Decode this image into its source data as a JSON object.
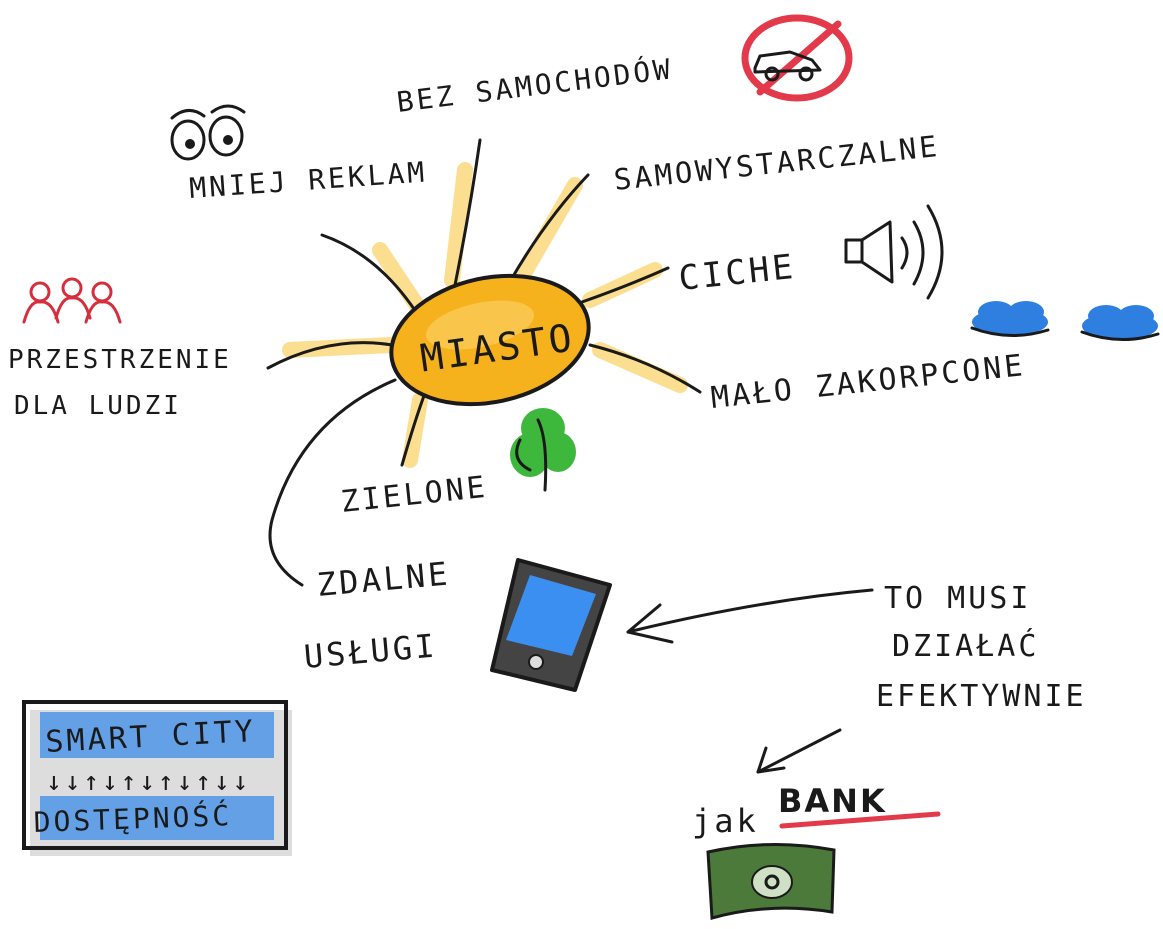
{
  "center": {
    "label": "MIASTO",
    "color": "#f6b21c"
  },
  "branches": {
    "bez_samochodow": "BEZ SAMOCHODÓW",
    "samowystarczalne": "SAMOWYSTARCZALNE",
    "ciche": "CICHE",
    "malo_zakorkowane": "MAŁO ZAKORPCONE",
    "zielone": "ZIELONE",
    "mniej_reklam": "MNIEJ REKLAM",
    "przestrzenie_line1": "PRZESTRZENIE",
    "przestrzenie_line2": "DLA LUDZI",
    "zdalne_line1": "ZDALNE",
    "zdalne_line2": "USŁUGI"
  },
  "note": {
    "line1": "TO MUSI",
    "line2": "DZIAŁAĆ",
    "line3": "EFEKTYWNIE",
    "bank_prefix": "jak",
    "bank_word": "BANK"
  },
  "box": {
    "line1": "SMART CITY",
    "arrows": "↓↓↑↓↑↓↑↓↑↓↓",
    "line2": "DOSTĘPNOŚĆ"
  },
  "icons": [
    "eyes-icon",
    "no-car-icon",
    "speaker-icon",
    "clouds-icon",
    "people-icon",
    "tree-icon",
    "phone-icon",
    "banknote-icon"
  ],
  "colors": {
    "sun": "#f6b21c",
    "ray_glow": "#f7c234",
    "forbidden": "#e23a4a",
    "cloud": "#2f7fe0",
    "tree": "#3db83d",
    "phone_screen": "#3b8ff0",
    "box_blue": "#4f95e8",
    "bank_underline": "#e23a4a",
    "banknote": "#4c7a3a",
    "people": "#d62e3c"
  }
}
